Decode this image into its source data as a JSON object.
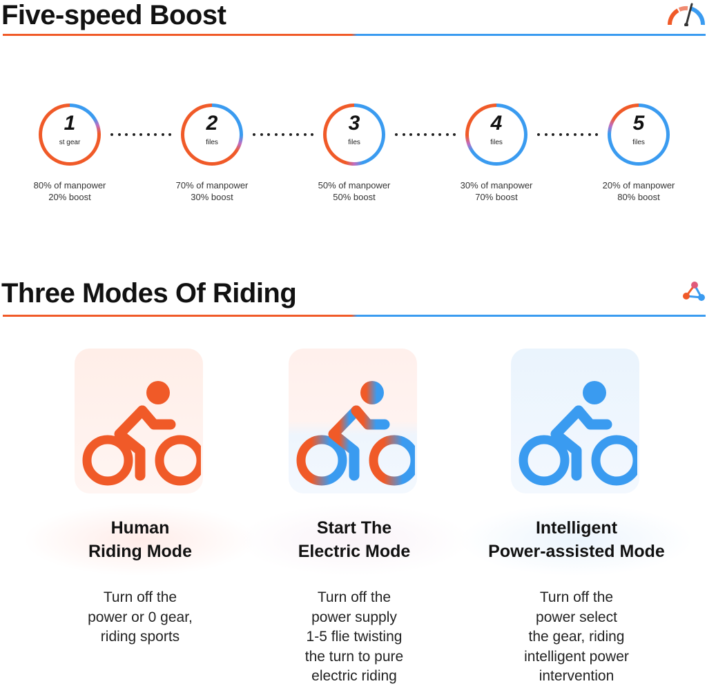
{
  "speed_section": {
    "title": "Five-speed Boost",
    "icon": "speedometer-icon",
    "accent_orange": "#f05a28",
    "accent_blue": "#3a9bf0",
    "gears": [
      {
        "number": "1",
        "unit": "st gear",
        "manpower": "80% of manpower",
        "boost": "20% boost",
        "boost_fraction": 0.2
      },
      {
        "number": "2",
        "unit": "files",
        "manpower": "70% of manpower",
        "boost": "30% boost",
        "boost_fraction": 0.3
      },
      {
        "number": "3",
        "unit": "files",
        "manpower": "50% of manpower",
        "boost": "50% boost",
        "boost_fraction": 0.5
      },
      {
        "number": "4",
        "unit": "files",
        "manpower": "30% of manpower",
        "boost": "70% boost",
        "boost_fraction": 0.7
      },
      {
        "number": "5",
        "unit": "files",
        "manpower": "20% of manpower",
        "boost": "80% boost",
        "boost_fraction": 0.8
      }
    ]
  },
  "modes_section": {
    "title": "Three Modes Of Riding",
    "icon": "share-nodes-icon",
    "modes": [
      {
        "title_line1": "Human",
        "title_line2": "Riding Mode",
        "icon": "cyclist-icon",
        "desc": [
          "Turn off the",
          "power or 0 gear,",
          "riding sports"
        ]
      },
      {
        "title_line1": "Start The",
        "title_line2": "Electric Mode",
        "icon": "cyclist-icon",
        "desc": [
          "Turn off the",
          "power  supply",
          "1-5 flie twisting",
          "the turn to pure",
          "electric riding"
        ]
      },
      {
        "title_line1": "Intelligent",
        "title_line2": "Power-assisted Mode",
        "icon": "cyclist-icon",
        "desc": [
          "Turn off the",
          "power select",
          "the gear, riding",
          "intelligent power",
          "intervention"
        ]
      }
    ]
  }
}
